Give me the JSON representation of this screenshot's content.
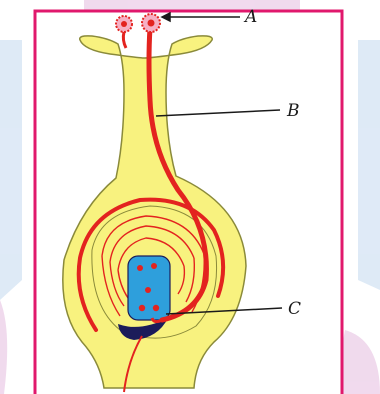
{
  "diagram": {
    "labels": {
      "a": "A",
      "b": "B",
      "c": "C"
    }
  },
  "colors": {
    "frame": "#e0186c",
    "flower_body": "#f8f27f",
    "flower_outline": "#8a8a3a",
    "pollen_tube": "#e3231f",
    "embryo_sac": "#2e9fdc",
    "dark_tissue": "#1b1c5a",
    "watermark_blue": "#dbe8f6",
    "watermark_pink": "#efd6ec"
  }
}
